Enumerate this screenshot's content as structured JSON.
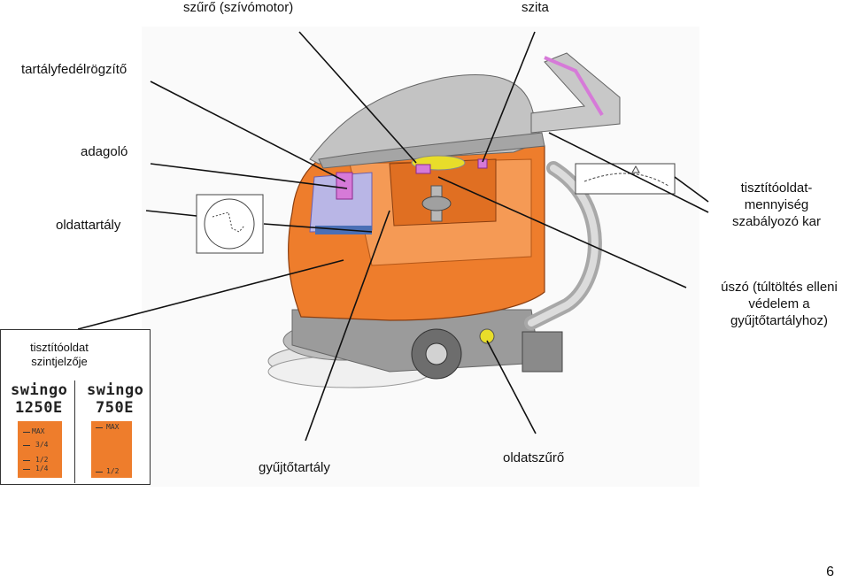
{
  "labels": {
    "filter": "szűrő (szívómotor)",
    "strainer": "szita",
    "tank_lid_lock": "tartályfedélrögzítő",
    "dispenser": "adagoló",
    "solution_tank": "oldattartály",
    "flow_lever_1": "tisztítóoldat-",
    "flow_lever_2": "mennyiség",
    "flow_lever_3": "szabályozó kar",
    "float_1": "úszó (túltöltés elleni",
    "float_2": "védelem a",
    "float_3": "gyűjtőtartályhoz)",
    "recovery_tank": "gyűjtőtartály",
    "solution_filter": "oldatszűrő"
  },
  "level_gauge": {
    "title_1": "tisztítóoldat",
    "title_2": "szintjelzője",
    "left": {
      "brand": "swingo",
      "model": "1250E",
      "marks": [
        "MAX",
        "3/4",
        "1/2",
        "1/4"
      ]
    },
    "right": {
      "brand": "swingo",
      "model": "750E",
      "marks": [
        "MAX",
        "1/2"
      ]
    }
  },
  "page_number": "6",
  "colors": {
    "body_orange": "#ee7d2c",
    "gray": "#c8c8c8",
    "accent_magenta": "#d67ad8",
    "accent_yellow": "#e8dd2a"
  }
}
